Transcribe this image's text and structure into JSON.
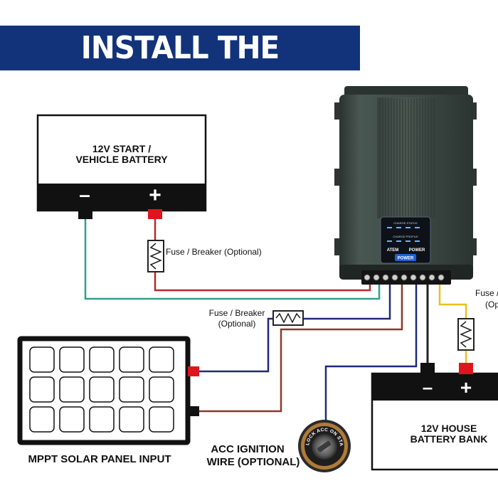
{
  "title": "INSTALL THE CHARGER",
  "start_battery": {
    "line1": "12V START /",
    "line2": "VEHICLE BATTERY",
    "neg": "–",
    "pos": "+"
  },
  "house_battery": {
    "line1": "12V HOUSE",
    "line2": "BATTERY BANK",
    "neg": "–",
    "pos": "+"
  },
  "fuse_start": "Fuse / Breaker (Optional)",
  "fuse_solar": {
    "line1": "Fuse / Breaker",
    "line2": "(Optional)"
  },
  "fuse_house": {
    "line1": "Fuse / B",
    "line2": "(Op"
  },
  "solar_label": "MPPT SOLAR PANEL INPUT",
  "acc_label": {
    "line1": "ACC IGNITION",
    "line2": "WIRE (OPTIONAL)"
  },
  "ignition_ring": "LOCK ACC ON START",
  "charger": {
    "brand_left": "ATEM",
    "brand_right": "POWER",
    "power_button": "POWER",
    "status_title": "CHARGE STATUS",
    "profile_title": "CHARGE PROFILE"
  },
  "colors": {
    "banner": "#12337a",
    "wire_teal": "#2fa08a",
    "wire_red": "#b52a2a",
    "wire_navy": "#1f2a78",
    "wire_brown": "#8a3a2a",
    "wire_yellow": "#e9c21a",
    "charger_body": "#3d4844",
    "terminal_red": "#e0141e"
  }
}
